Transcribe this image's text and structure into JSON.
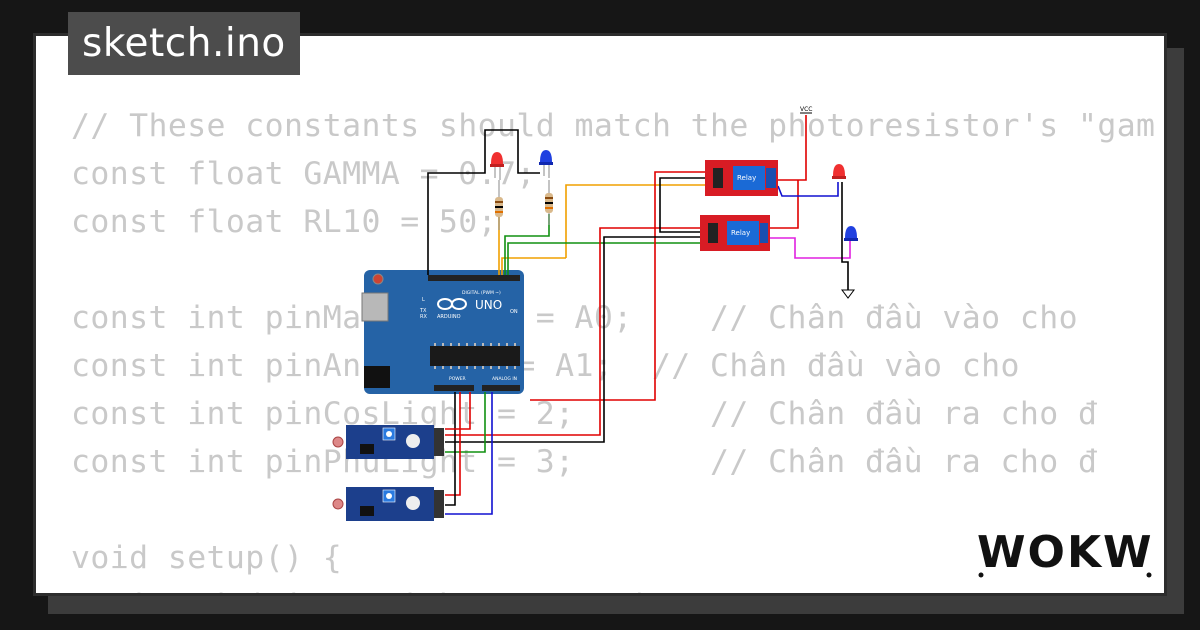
{
  "title": "sketch.ino",
  "brand": "WOKWi",
  "code_lines": [
    "// These constants should match the photoresistor's \"gam",
    "const float GAMMA = 0.7;",
    "const float RL10 = 50;",
    "",
    "const int pinMainSensor = A0;    // Chân đầu vào cho",
    "const int pinAnhSensor = A1;  // Chân đầu vào cho",
    "const int pinCosLight = 2;       // Chân đầu ra cho đ",
    "const int pinPhuLight = 3;       // Chân đầu ra cho đ",
    "",
    "void setup() {",
    "  pinMode(pinCosLight, OUTPUT);"
  ],
  "board": {
    "name": "UNO",
    "brand": "ARDUINO",
    "digital_label": "DIGITAL (PWM ~)",
    "power_label": "POWER",
    "analog_label": "ANALOG IN",
    "on_label": "ON",
    "tx_label": "TX",
    "rx_label": "RX",
    "l_label": "L"
  },
  "relays": [
    {
      "label": "Relay"
    },
    {
      "label": "Relay"
    }
  ],
  "vcc_label": "VCC",
  "colors": {
    "wire_red": "#e00000",
    "wire_black": "#000000",
    "wire_blue": "#1010d0",
    "wire_green": "#109010",
    "wire_orange": "#f0a000",
    "wire_magenta": "#e020e0",
    "board_blue": "#2563a6",
    "relay_red": "#d81c24",
    "sensor_blue": "#1c3f8c",
    "code_gray": "#c9c9c9"
  }
}
